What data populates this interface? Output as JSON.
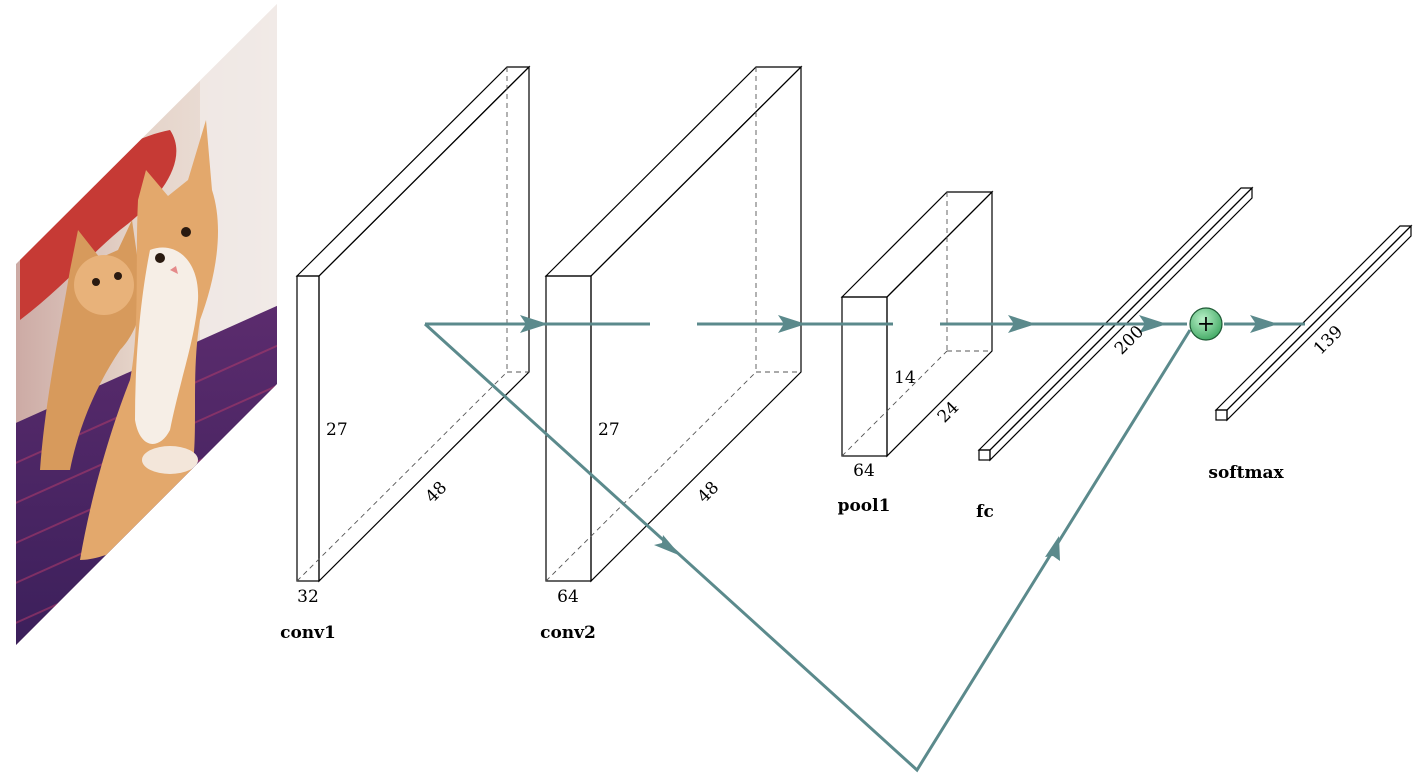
{
  "layers": {
    "conv1": {
      "label": "conv1",
      "height": "27",
      "width": "48",
      "depth": "32"
    },
    "conv2": {
      "label": "conv2",
      "height": "27",
      "width": "48",
      "depth": "64"
    },
    "pool1": {
      "label": "pool1",
      "height": "14",
      "width": "24",
      "depth": "64"
    },
    "fc": {
      "label": "fc",
      "size": "200"
    },
    "softmax": {
      "label": "softmax",
      "size": "139"
    }
  },
  "sum_node": {
    "symbol": "+"
  },
  "colors": {
    "conv": "#fbe9c3",
    "pool": "#e07b7b",
    "dense": "#8e2c8e",
    "flow": "#5b8a8c",
    "sum": "#6fcf8b"
  },
  "input_image": {
    "subject": "kittens-photo"
  }
}
